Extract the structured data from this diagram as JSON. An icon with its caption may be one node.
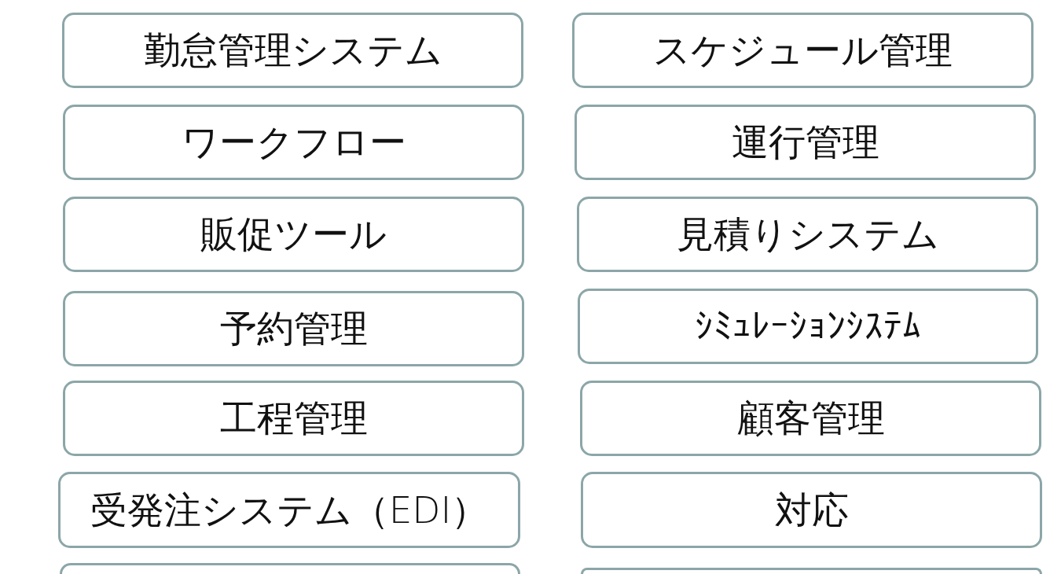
{
  "diagram": {
    "nodes": [
      {
        "text": [
          "勤怠管理システム"
        ]
      },
      {
        "text": [
          "スケジュール管理"
        ]
      },
      {
        "text": [
          "ワークフロー"
        ]
      },
      {
        "text": [
          "運行管理"
        ]
      },
      {
        "text": [
          "販促ツール"
        ]
      },
      {
        "text": [
          "見積りシステム"
        ]
      },
      {
        "text": [
          "予約管理"
        ]
      },
      {
        "text": [
          "ｼﾐｭﾚｰｼｮﾝｼｽﾃﾑ"
        ]
      },
      {
        "text": [
          "工程管理"
        ]
      },
      {
        "text": [
          "顧客管理"
        ]
      },
      {
        "text": [
          "受発注システム（EDI）"
        ]
      },
      {
        "text": [
          "対応"
        ]
      },
      {
        "text": [],
        "shape": "box"
      },
      {
        "text": [],
        "shape": "box"
      }
    ]
  }
}
